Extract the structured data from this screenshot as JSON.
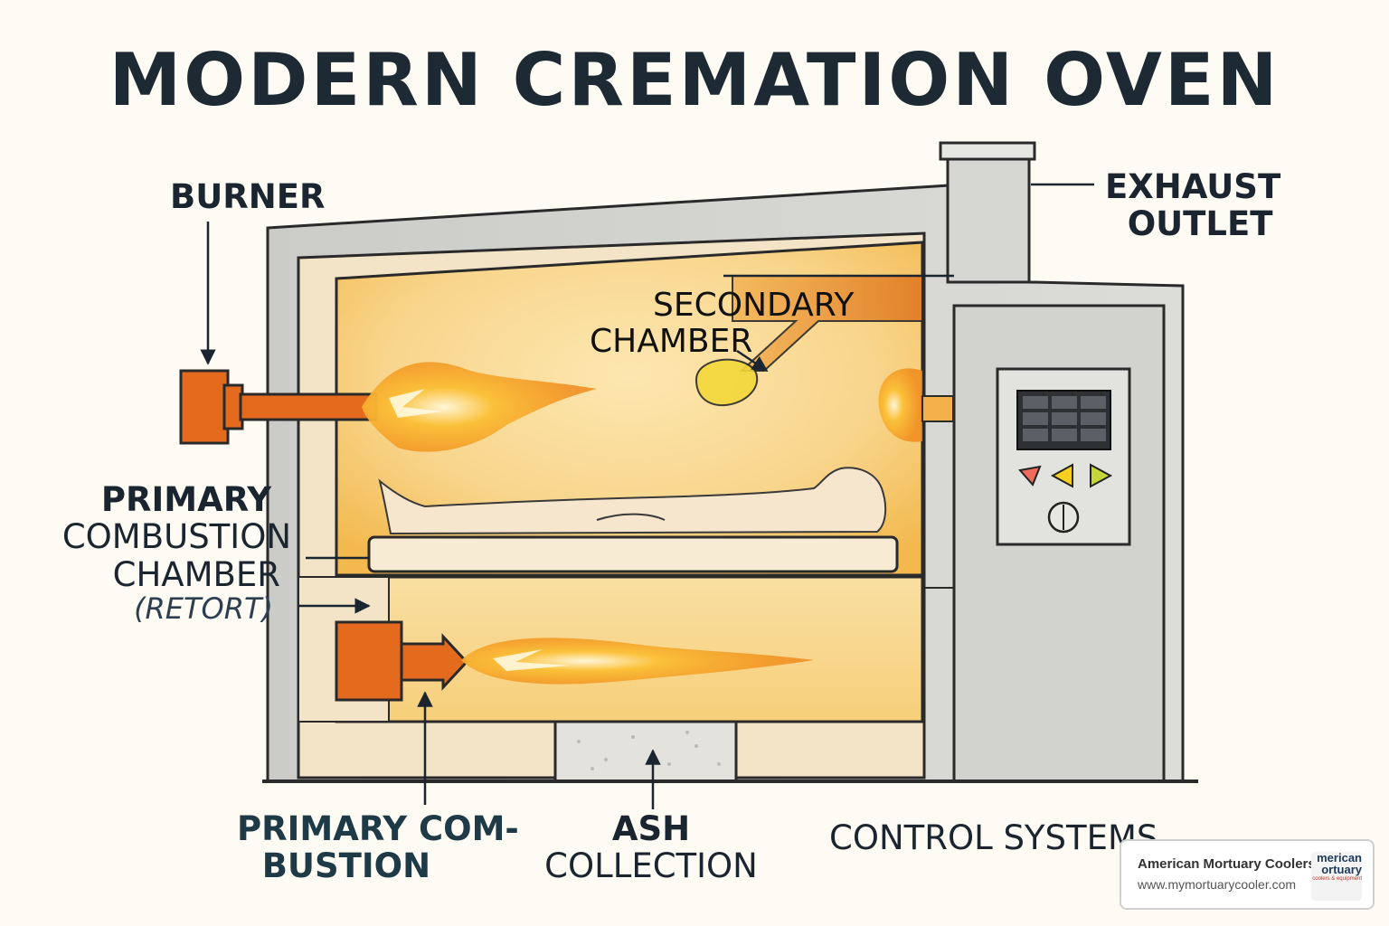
{
  "title": "MODERN CREMATION OVEN",
  "labels": {
    "burner": "BURNER",
    "exhaust_line1": "EXHAUST",
    "exhaust_line2": "OUTLET",
    "secondary_line1": "SECONDARY",
    "secondary_line2": "CHAMBER",
    "primary_line1": "PRIMARY",
    "primary_line2": "COMBUSTION",
    "primary_line3": "CHAMBER",
    "primary_line4": "(RETORT)",
    "primary_bottom_line1": "PRIMARY COM-",
    "primary_bottom_line2": "BUSTION",
    "ash_line1": "ASH",
    "ash_line2": "COLLECTION",
    "control": "CONTROL SYSTEMS"
  },
  "watermark": {
    "name": "American Mortuary Coolers",
    "url": "www.mymortuarycooler.com",
    "logo_line1": "merican",
    "logo_line2": "ortuary",
    "logo_tag": "coolers & equipment"
  },
  "colors": {
    "background": "#fdfbf4",
    "steel": "#cfcfcb",
    "insulation": "#f3e4c8",
    "chamber": "#f8d58c",
    "burner": "#e46a1e",
    "flame": "#f6a423",
    "ink": "#1b2530"
  }
}
